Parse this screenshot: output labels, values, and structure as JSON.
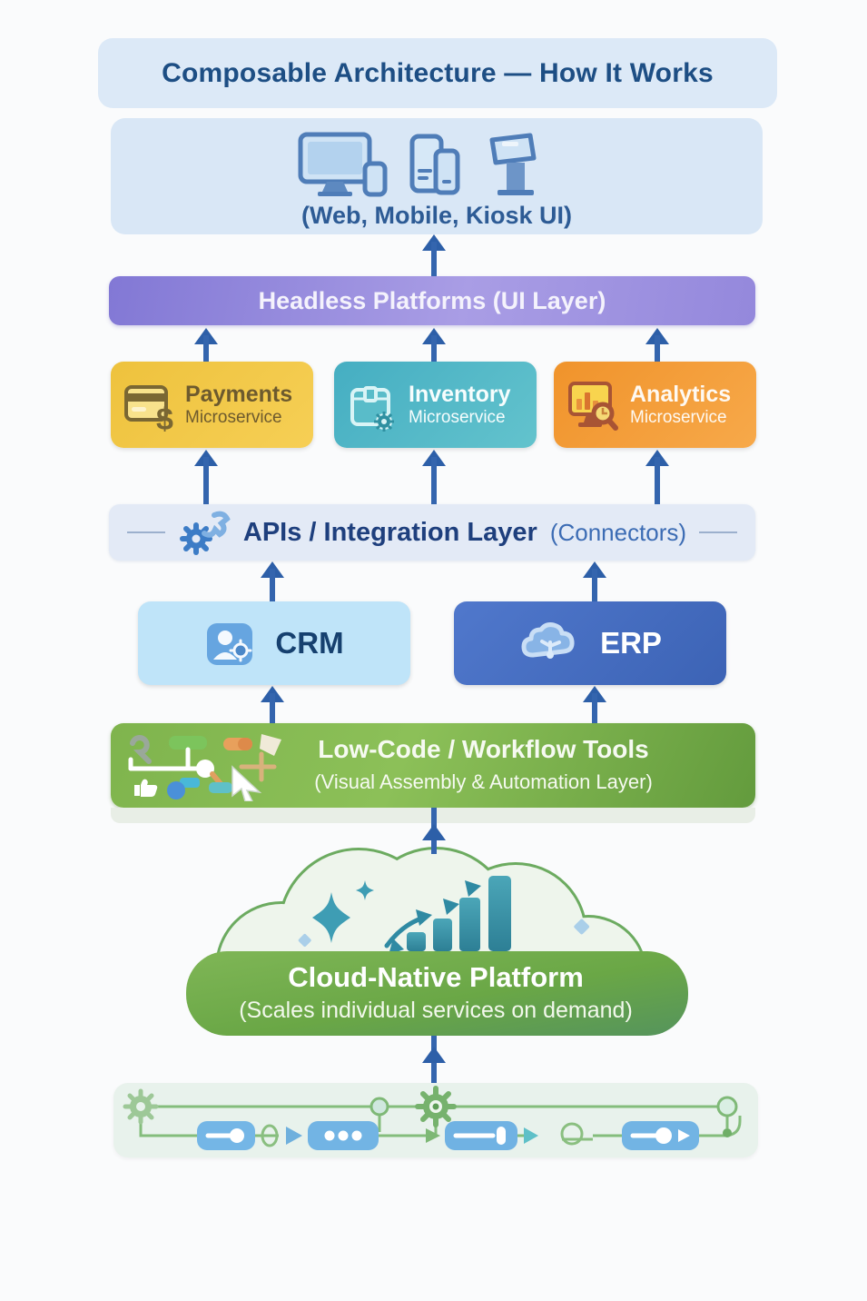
{
  "title": "Composable Architecture — How It Works",
  "ui_layer": {
    "caption": "(Web, Mobile, Kiosk UI)",
    "icons": [
      "desktop-icon",
      "mobile-phones-icon",
      "kiosk-icon"
    ]
  },
  "headless_layer": {
    "label": "Headless Platforms (UI Layer)"
  },
  "microservices": [
    {
      "name": "Payments",
      "type": "Microservice",
      "icon": "payments-card-icon",
      "color": "#f2c644"
    },
    {
      "name": "Inventory",
      "type": "Microservice",
      "icon": "inventory-box-icon",
      "color": "#4db4c5"
    },
    {
      "name": "Analytics",
      "type": "Microservice",
      "icon": "analytics-chart-icon",
      "color": "#f49b35"
    }
  ],
  "api_layer": {
    "label": "APIs / Integration Layer",
    "sublabel": "(Connectors)",
    "icon": "gears-icon"
  },
  "systems": [
    {
      "name": "CRM",
      "icon": "user-gear-icon",
      "color": "#bfe4f9"
    },
    {
      "name": "ERP",
      "icon": "cloud-icon",
      "color": "#4a72c4"
    }
  ],
  "low_code_layer": {
    "label": "Low-Code / Workflow Tools",
    "sublabel": "(Visual Assembly & Automation Layer)",
    "icon": "workflow-doodles-icon"
  },
  "cloud_platform": {
    "label": "Cloud-Native Platform",
    "sublabel": "(Scales individual services on demand)",
    "icons": [
      "sparkles-icon",
      "growth-arrows-icon",
      "bar-chart-icon"
    ]
  },
  "pipeline": {
    "icon": "automation-pipeline-icon"
  },
  "colors": {
    "arrow": "#3465ae",
    "title_text": "#1d4e84",
    "banner_blue": "#dce9f7",
    "purple": "#9488dc",
    "green": "#6ea844",
    "cloud_border": "#6cab60"
  }
}
